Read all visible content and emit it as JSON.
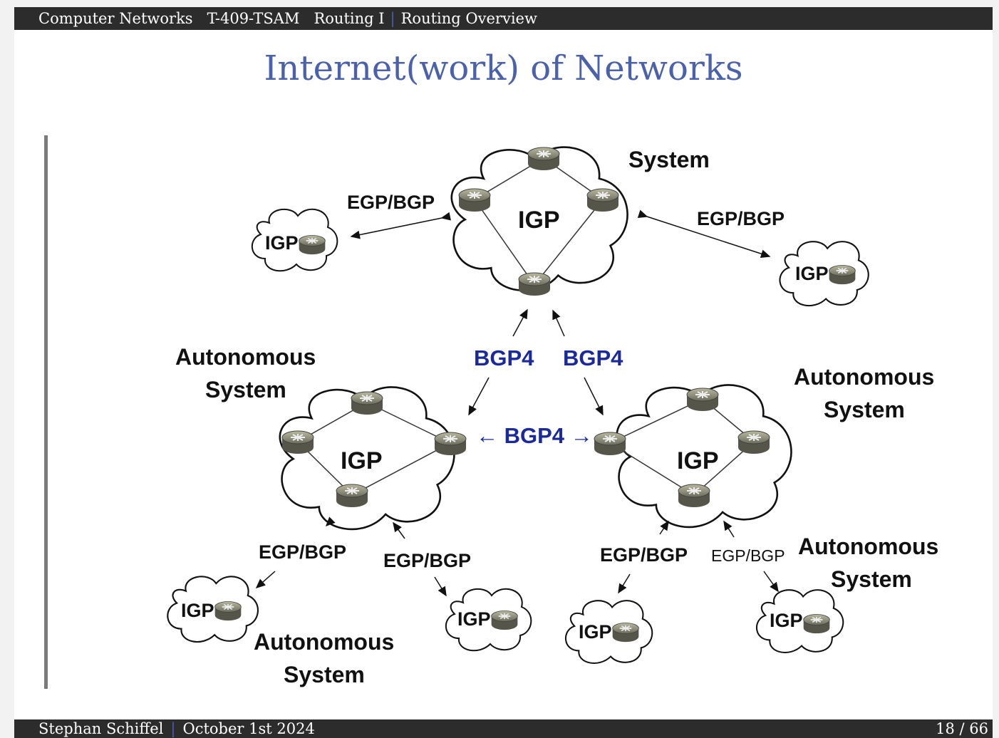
{
  "header": {
    "course": "Computer Networks",
    "code": "T-409-TSAM",
    "section": "Routing I",
    "separator": "|",
    "subsection": "Routing Overview"
  },
  "slide": {
    "title": "Internet(work) of Networks"
  },
  "diagram": {
    "as_top_label": "System",
    "as_left_label_1": "Autonomous",
    "as_left_label_2": "System",
    "as_right_label_1": "Autonomous",
    "as_right_label_2": "System",
    "as_bottom_left_label_1": "Autonomous",
    "as_bottom_left_label_2": "System",
    "as_bottom_right_label_1": "Autonomous",
    "as_bottom_right_label_2": "System",
    "igp": "IGP",
    "egp_bgp": "EGP/BGP",
    "bgp4": "BGP4",
    "bgp4_arrows": "← BGP4 →"
  },
  "footer": {
    "author": "Stephan Schiffel",
    "separator": "|",
    "date": "October 1st 2024",
    "page": "18 / 66"
  },
  "colors": {
    "header_bg": "#2c2c2c",
    "title": "#4b62aa",
    "bgp4": "#1a2a9a"
  }
}
